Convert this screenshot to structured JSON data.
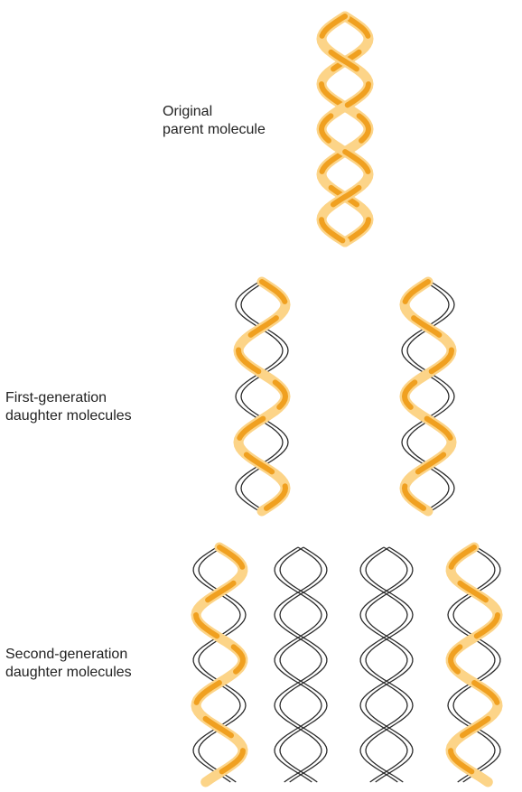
{
  "labels": {
    "original": [
      "Original",
      "parent molecule"
    ],
    "first_generation": [
      "First-generation",
      "daughter molecules"
    ],
    "second_generation": [
      "Second-generation",
      "daughter molecules"
    ]
  },
  "colors": {
    "parent_strand_dark": "#f0a020",
    "parent_strand_light": "#fcd488",
    "new_strand": "#2b2b2b",
    "background": "#ffffff",
    "text": "#222222"
  },
  "generations": [
    {
      "name": "original",
      "molecules": [
        {
          "strands": [
            "parent",
            "parent"
          ]
        }
      ]
    },
    {
      "name": "first-generation",
      "molecules": [
        {
          "strands": [
            "parent",
            "new"
          ]
        },
        {
          "strands": [
            "new",
            "parent"
          ]
        }
      ]
    },
    {
      "name": "second-generation",
      "molecules": [
        {
          "strands": [
            "parent",
            "new"
          ]
        },
        {
          "strands": [
            "new",
            "new"
          ]
        },
        {
          "strands": [
            "new",
            "new"
          ]
        },
        {
          "strands": [
            "new",
            "parent"
          ]
        }
      ]
    }
  ]
}
